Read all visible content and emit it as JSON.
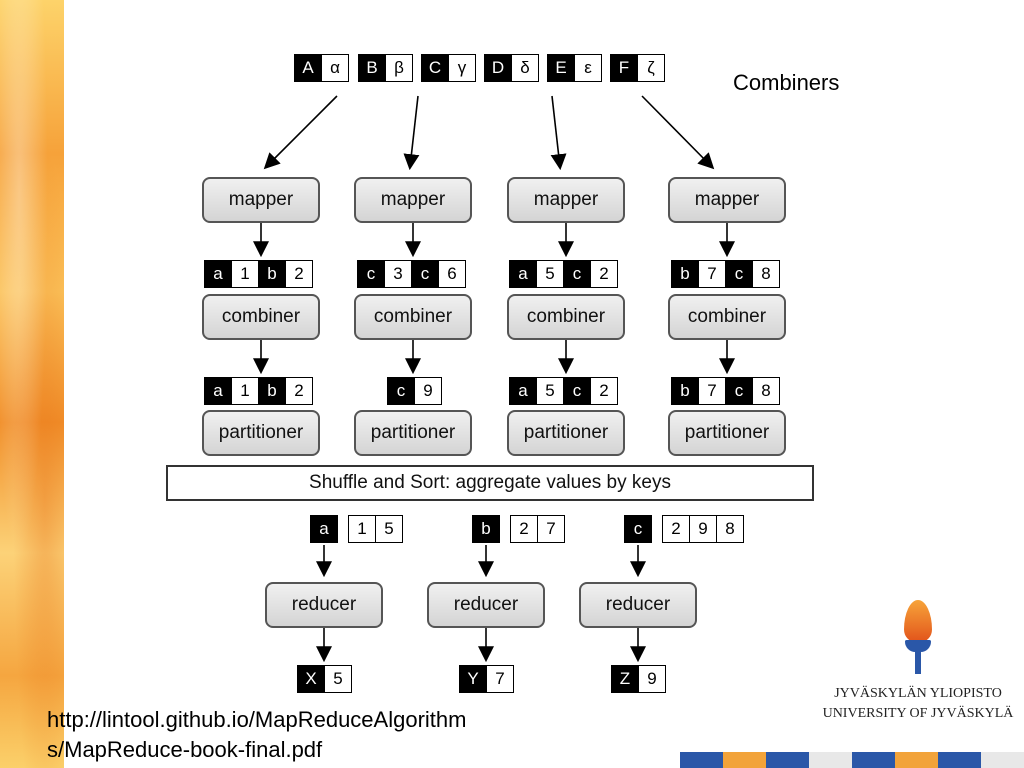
{
  "title": "Combiners",
  "source_url_line1": "http://lintool.github.io/MapReduceAlgorithm",
  "source_url_line2": "s/MapReduce-book-final.pdf",
  "colors": {
    "key_fill": "#000000",
    "value_fill": "#ffffff",
    "box_fill": "#d9d9d9",
    "box_border": "#555555",
    "flame": "#f28c28",
    "logo_blue": "#2a57a8"
  },
  "inputs": [
    {
      "k": "A",
      "v": "α"
    },
    {
      "k": "B",
      "v": "β"
    },
    {
      "k": "C",
      "v": "γ"
    },
    {
      "k": "D",
      "v": "δ"
    },
    {
      "k": "E",
      "v": "ε"
    },
    {
      "k": "F",
      "v": "ζ"
    }
  ],
  "mapper_label": "mapper",
  "combiner_label": "combiner",
  "partitioner_label": "partitioner",
  "mapper_outputs": [
    [
      {
        "k": "a",
        "v": "1"
      },
      {
        "k": "b",
        "v": "2"
      }
    ],
    [
      {
        "k": "c",
        "v": "3"
      },
      {
        "k": "c",
        "v": "6"
      }
    ],
    [
      {
        "k": "a",
        "v": "5"
      },
      {
        "k": "c",
        "v": "2"
      }
    ],
    [
      {
        "k": "b",
        "v": "7"
      },
      {
        "k": "c",
        "v": "8"
      }
    ]
  ],
  "combiner_outputs": [
    [
      {
        "k": "a",
        "v": "1"
      },
      {
        "k": "b",
        "v": "2"
      }
    ],
    [
      {
        "k": "c",
        "v": "9"
      }
    ],
    [
      {
        "k": "a",
        "v": "5"
      },
      {
        "k": "c",
        "v": "2"
      }
    ],
    [
      {
        "k": "b",
        "v": "7"
      },
      {
        "k": "c",
        "v": "8"
      }
    ]
  ],
  "shuffle_label": "Shuffle and Sort: aggregate values by keys",
  "grouped": [
    {
      "k": "a",
      "values": [
        "1",
        "5"
      ]
    },
    {
      "k": "b",
      "values": [
        "2",
        "7"
      ]
    },
    {
      "k": "c",
      "values": [
        "2",
        "9",
        "8"
      ]
    }
  ],
  "reducer_label": "reducer",
  "outputs": [
    {
      "k": "X",
      "v": "5"
    },
    {
      "k": "Y",
      "v": "7"
    },
    {
      "k": "Z",
      "v": "9"
    }
  ],
  "logo": {
    "finnish": "JYVÄSKYLÄN YLIOPISTO",
    "english": "UNIVERSITY OF JYVÄSKYLÄ"
  }
}
